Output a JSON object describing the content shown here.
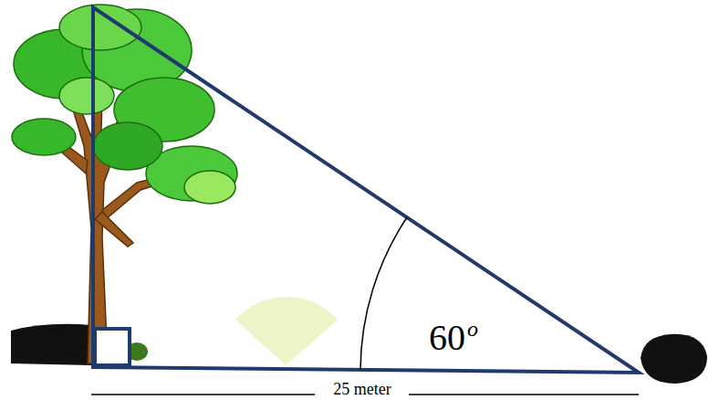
{
  "diagram": {
    "labels": [
      "60",
      "o",
      "25 meter"
    ]
  }
}
